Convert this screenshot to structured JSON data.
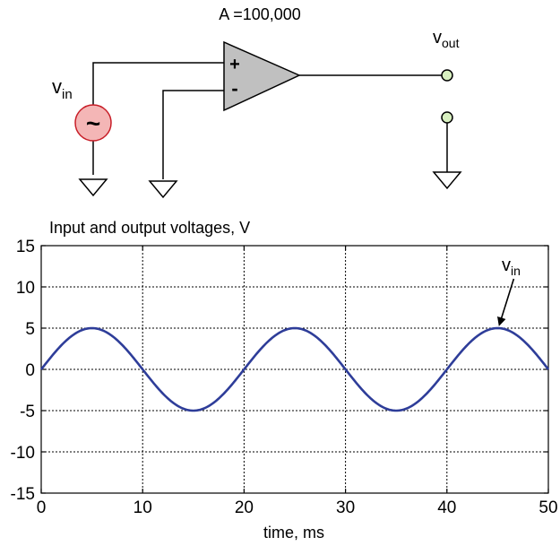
{
  "circuit": {
    "gain_label": "A =100,000",
    "vin_label": "v",
    "vin_sub": "in",
    "vout_label": "v",
    "vout_sub": "out",
    "plus_sign": "+",
    "minus_sign": "-",
    "source_symbol": "~",
    "colors": {
      "opamp_fill": "#c0c0c0",
      "source_fill": "#f4b6b6",
      "source_stroke": "#c81e28",
      "terminal_fill": "#d8f0c0"
    }
  },
  "chart_data": {
    "type": "line",
    "title": "Input and output voltages, V",
    "xlabel": "time, ms",
    "ylabel": "",
    "xlim": [
      0,
      50
    ],
    "ylim": [
      -15,
      15
    ],
    "xticks": [
      "0",
      "10",
      "20",
      "30",
      "40",
      "50"
    ],
    "yticks": [
      "15",
      "10",
      "5",
      "0",
      "-5",
      "-10",
      "-15"
    ],
    "grid": true,
    "series": [
      {
        "name": "v",
        "subscript": "in",
        "color": "#2e3d99",
        "amplitude": 5,
        "period_ms": 20,
        "x": [
          0,
          1,
          2,
          3,
          4,
          5,
          6,
          7,
          8,
          9,
          10,
          11,
          12,
          13,
          14,
          15,
          16,
          17,
          18,
          19,
          20,
          21,
          22,
          23,
          24,
          25,
          26,
          27,
          28,
          29,
          30,
          31,
          32,
          33,
          34,
          35,
          36,
          37,
          38,
          39,
          40,
          41,
          42,
          43,
          44,
          45,
          46,
          47,
          48,
          49,
          50
        ],
        "y": [
          0,
          1.55,
          2.94,
          4.05,
          4.76,
          5,
          4.76,
          4.05,
          2.94,
          1.55,
          0,
          -1.55,
          -2.94,
          -4.05,
          -4.76,
          -5,
          -4.76,
          -4.05,
          -2.94,
          -1.55,
          0,
          1.55,
          2.94,
          4.05,
          4.76,
          5,
          4.76,
          4.05,
          2.94,
          1.55,
          0,
          -1.55,
          -2.94,
          -4.05,
          -4.76,
          -5,
          -4.76,
          -4.05,
          -2.94,
          -1.55,
          0,
          1.55,
          2.94,
          4.05,
          4.76,
          5,
          4.76,
          4.05,
          2.94,
          1.55,
          0
        ]
      }
    ],
    "annotation": {
      "label": "v",
      "subscript": "in",
      "x": 45,
      "y": 5
    }
  }
}
